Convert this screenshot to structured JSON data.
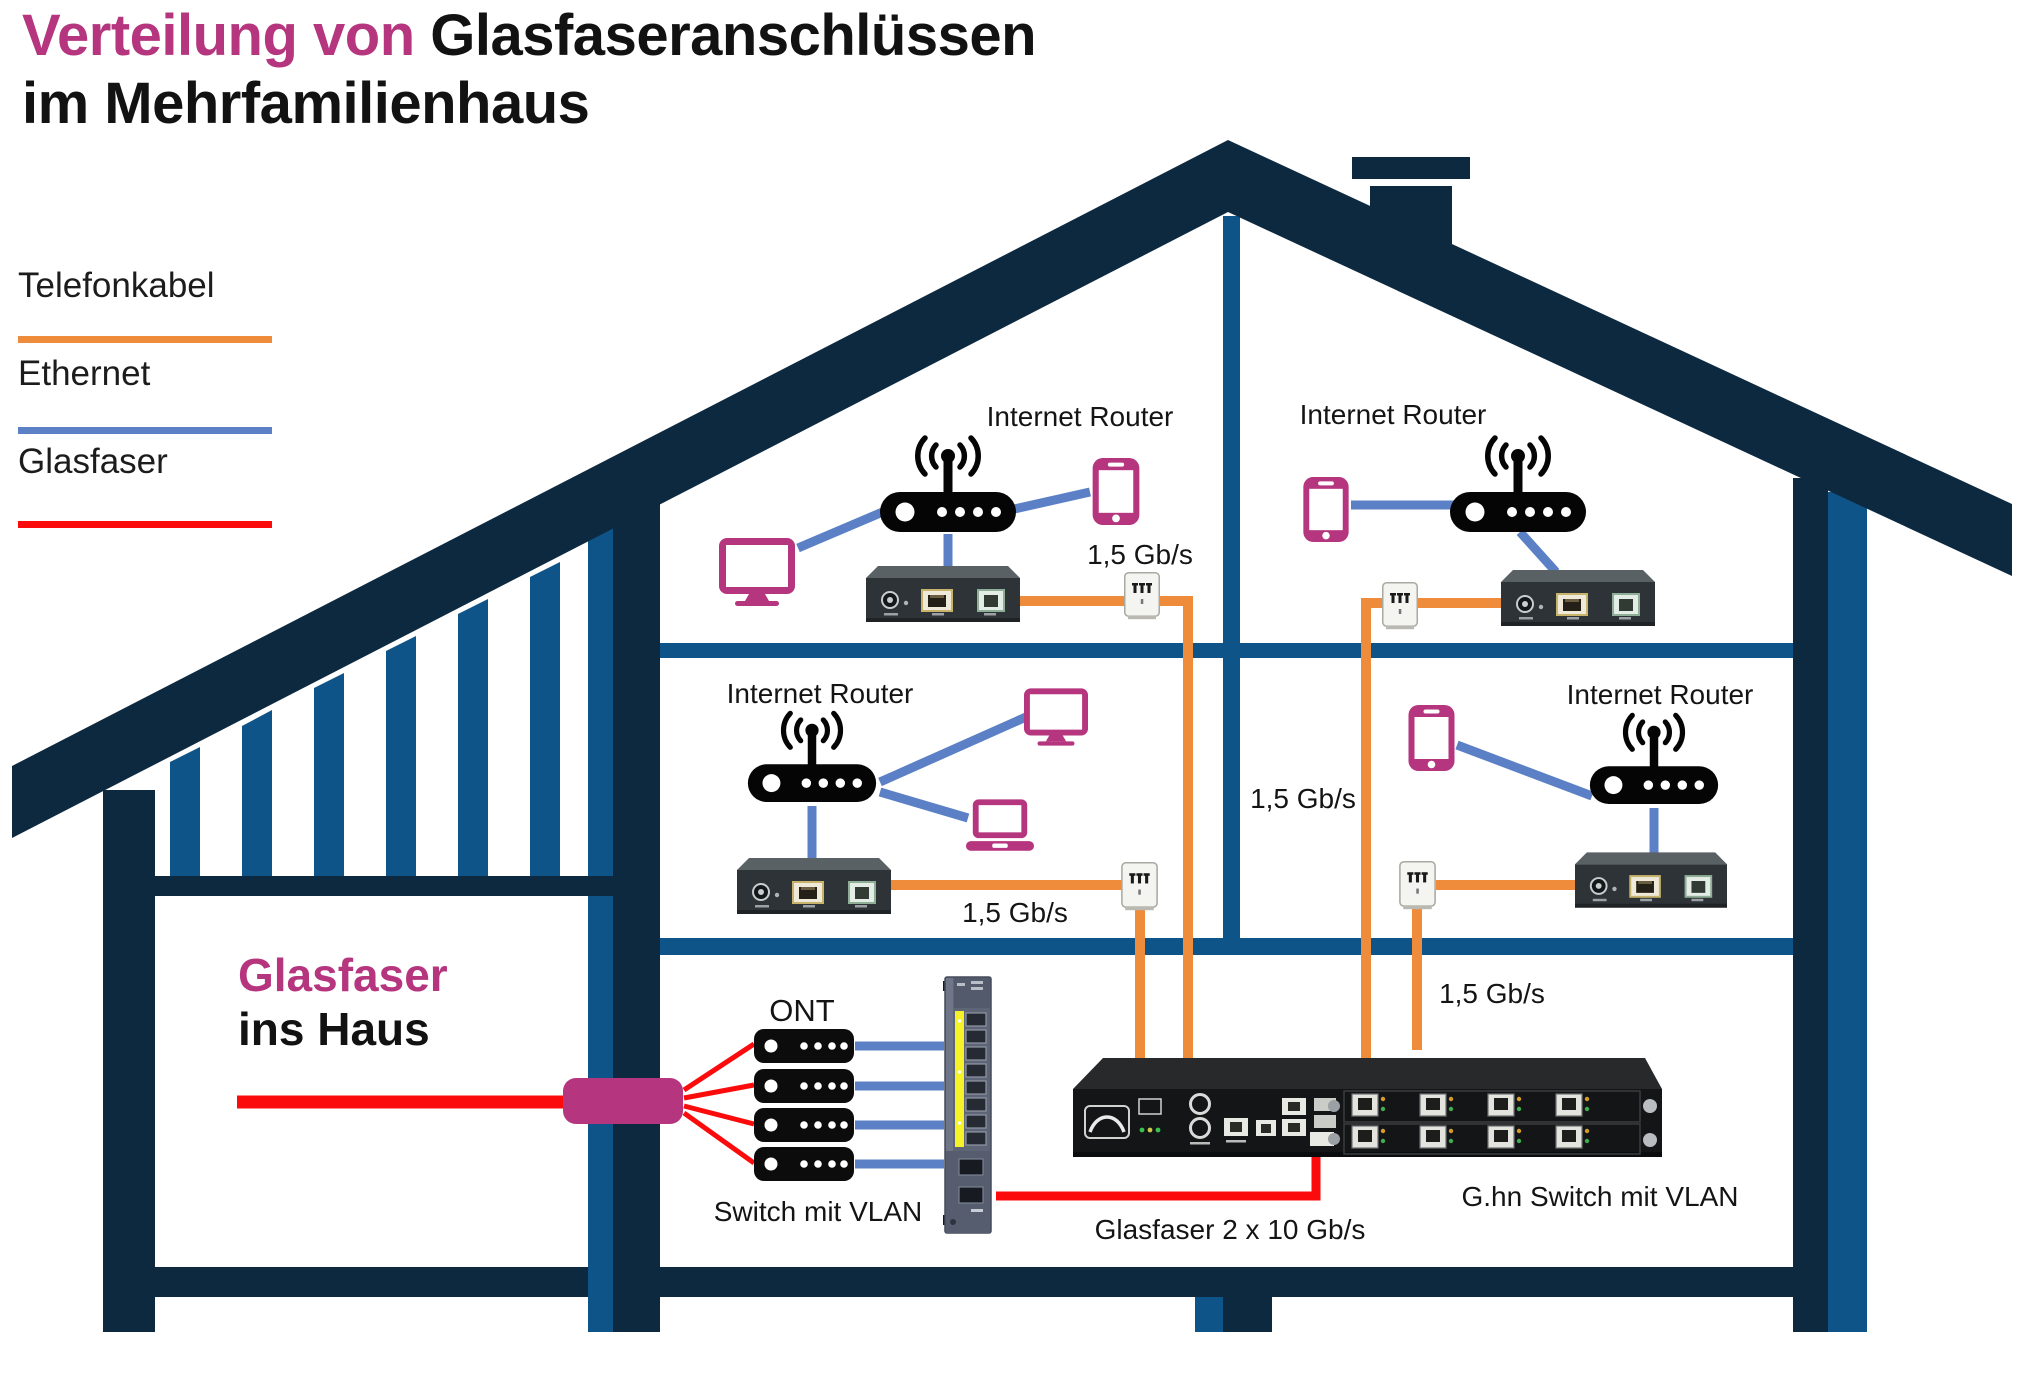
{
  "title": {
    "accent": "Verteilung von",
    "rest": " Glasfaseranschlüssen",
    "line2": "im Mehrfamilienhaus"
  },
  "legend": {
    "items": [
      {
        "label": "Telefonkabel",
        "color": "#ee8c3c"
      },
      {
        "label": "Ethernet",
        "color": "#5b80c6"
      },
      {
        "label": "Glasfaser",
        "color": "#fb0b0b"
      }
    ]
  },
  "apartments": [
    {
      "position": "top-left",
      "router_label": "Internet Router",
      "speed_label": "1,5 Gb/s"
    },
    {
      "position": "top-right",
      "router_label": "Internet Router"
    },
    {
      "position": "middle-left",
      "router_label": "Internet Router",
      "speed_label": "1,5 Gb/s"
    },
    {
      "position": "middle-right",
      "router_label": "Internet Router"
    }
  ],
  "risers": {
    "middle_speed_label": "1,5 Gb/s",
    "ground_speed_label": "1,5 Gb/s"
  },
  "ground_floor": {
    "entry_accent": "Glasfaser",
    "entry_rest": "ins Haus",
    "ont_label": "ONT",
    "vlan_switch_label": "Switch mit VLAN",
    "fiber_link_label": "Glasfaser 2 x 10 Gb/s",
    "ghn_switch_label": "G.hn Switch mit VLAN"
  },
  "icons": {
    "router": "wifi-router-icon",
    "smartphone": "smartphone-icon",
    "monitor": "monitor-icon",
    "laptop": "laptop-icon",
    "media_converter": "media-converter-icon",
    "phone_outlet": "phone-outlet-icon",
    "ont": "ont-device-icon",
    "vlan_switch": "vlan-switch-icon",
    "ghn_switch": "ghn-switch-icon",
    "fiber_wall_box": "fiber-wall-box"
  },
  "colors": {
    "accent_magenta": "#b5357e",
    "roof_navy": "#0d2940",
    "wall_blue": "#0f5488",
    "telefonkabel_orange": "#ee8c3c",
    "ethernet_blue": "#5b80c6",
    "glasfaser_red": "#fb0b0b"
  }
}
